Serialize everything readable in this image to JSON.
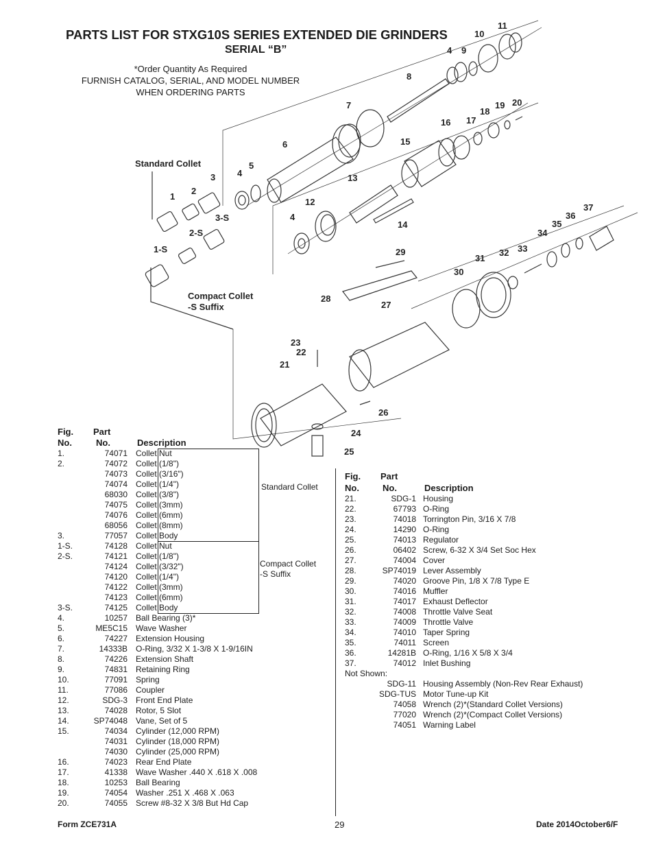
{
  "header": {
    "title": "PARTS LIST FOR STXG10S SERIES EXTENDED DIE GRINDERS",
    "subtitle": "SERIAL “B”",
    "notes": [
      "*Order Quantity As Required",
      "FURNISH CATALOG, SERIAL, AND MODEL NUMBER",
      "WHEN ORDERING PARTS"
    ]
  },
  "diagram": {
    "group_standard": "Standard Collet",
    "group_compact_1": "Compact Collet",
    "group_compact_2": "-S Suffix",
    "callouts": [
      "11",
      "10",
      "4",
      "9",
      "8",
      "7",
      "19",
      "20",
      "18",
      "17",
      "16",
      "15",
      "6",
      "5",
      "4",
      "3",
      "2",
      "1",
      "13",
      "12",
      "4",
      "3-S",
      "2-S",
      "1-S",
      "14",
      "37",
      "36",
      "35",
      "34",
      "33",
      "32",
      "31",
      "30",
      "29",
      "28",
      "27",
      "23",
      "22",
      "21",
      "26",
      "24",
      "25"
    ]
  },
  "table_headers": {
    "fig": "Fig.",
    "no": "No.",
    "part": "Part",
    "part_no": "No.",
    "description": "Description"
  },
  "left_rows": [
    {
      "fig": "1.",
      "num": "74071",
      "desc": "Collet Nut"
    },
    {
      "fig": "2.",
      "num": "74072",
      "desc": "Collet (1/8\")"
    },
    {
      "fig": "",
      "num": "74073",
      "desc": "Collet (3/16\")"
    },
    {
      "fig": "",
      "num": "74074",
      "desc": "Collet (1/4\")"
    },
    {
      "fig": "",
      "num": "68030",
      "desc": "Collet (3/8\")"
    },
    {
      "fig": "",
      "num": "74075",
      "desc": "Collet (3mm)"
    },
    {
      "fig": "",
      "num": "74076",
      "desc": "Collet (6mm)"
    },
    {
      "fig": "",
      "num": "68056",
      "desc": "Collet (8mm)"
    },
    {
      "fig": "3.",
      "num": "77057",
      "desc": "Collet Body"
    },
    {
      "fig": "1-S.",
      "num": "74128",
      "desc": "Collet Nut"
    },
    {
      "fig": "2-S.",
      "num": "74121",
      "desc": "Collet (1/8\")"
    },
    {
      "fig": "",
      "num": "74124",
      "desc": "Collet (3/32\")"
    },
    {
      "fig": "",
      "num": "74120",
      "desc": "Collet (1/4\")"
    },
    {
      "fig": "",
      "num": "74122",
      "desc": "Collet (3mm)"
    },
    {
      "fig": "",
      "num": "74123",
      "desc": "Collet (6mm)"
    },
    {
      "fig": "3-S.",
      "num": "74125",
      "desc": "Collet Body"
    },
    {
      "fig": "4.",
      "num": "10257",
      "desc": "Ball Bearing (3)*"
    },
    {
      "fig": "5.",
      "num": "ME5C15",
      "desc": "Wave Washer"
    },
    {
      "fig": "6.",
      "num": "74227",
      "desc": "Extension Housing"
    },
    {
      "fig": "7.",
      "num": "14333B",
      "desc": "O-Ring, 3/32 X 1-3/8 X 1-9/16IN"
    },
    {
      "fig": "8.",
      "num": "74226",
      "desc": "Extension Shaft"
    },
    {
      "fig": "9.",
      "num": "74831",
      "desc": "Retaining Ring"
    },
    {
      "fig": "10.",
      "num": "77091",
      "desc": "Spring"
    },
    {
      "fig": "11.",
      "num": "77086",
      "desc": "Coupler"
    },
    {
      "fig": "12.",
      "num": "SDG-3",
      "desc": "Front End Plate"
    },
    {
      "fig": "13.",
      "num": "74028",
      "desc": "Rotor, 5 Slot"
    },
    {
      "fig": "14.",
      "num": "SP74048",
      "desc": "Vane, Set of 5"
    },
    {
      "fig": "15.",
      "num": "74034",
      "desc": "Cylinder (12,000 RPM)"
    },
    {
      "fig": "",
      "num": "74031",
      "desc": "Cylinder (18,000 RPM)"
    },
    {
      "fig": "",
      "num": "74030",
      "desc": "Cylinder (25,000 RPM)"
    },
    {
      "fig": "16.",
      "num": "74023",
      "desc": "Rear End Plate"
    },
    {
      "fig": "17.",
      "num": "41338",
      "desc": "Wave Washer .440 X .618 X .008"
    },
    {
      "fig": "18.",
      "num": "10253",
      "desc": "Ball Bearing"
    },
    {
      "fig": "19.",
      "num": "74054",
      "desc": "Washer .251 X .468 X .063"
    },
    {
      "fig": "20.",
      "num": "74055",
      "desc": "Screw #8-32 X 3/8 But Hd Cap"
    }
  ],
  "bracket_labels": {
    "standard": "Standard Collet",
    "compact_1": "Compact Collet",
    "compact_2": "-S Suffix"
  },
  "right_rows": [
    {
      "fig": "21.",
      "num": "SDG-1",
      "desc": "Housing"
    },
    {
      "fig": "22.",
      "num": "67793",
      "desc": "O-Ring"
    },
    {
      "fig": "23.",
      "num": "74018",
      "desc": "Torrington Pin, 3/16 X 7/8"
    },
    {
      "fig": "24.",
      "num": "14290",
      "desc": "O-Ring"
    },
    {
      "fig": "25.",
      "num": "74013",
      "desc": "Regulator"
    },
    {
      "fig": "26.",
      "num": "06402",
      "desc": "Screw, 6-32 X 3/4 Set Soc Hex"
    },
    {
      "fig": "27.",
      "num": "74004",
      "desc": "Cover"
    },
    {
      "fig": "28.",
      "num": "SP74019",
      "desc": "Lever Assembly"
    },
    {
      "fig": "29.",
      "num": "74020",
      "desc": "Groove Pin, 1/8 X 7/8 Type E"
    },
    {
      "fig": "30.",
      "num": "74016",
      "desc": "Muffler"
    },
    {
      "fig": "31.",
      "num": "74017",
      "desc": "Exhaust Deflector"
    },
    {
      "fig": "32.",
      "num": "74008",
      "desc": "Throttle Valve Seat"
    },
    {
      "fig": "33.",
      "num": "74009",
      "desc": "Throttle Valve"
    },
    {
      "fig": "34.",
      "num": "74010",
      "desc": "Taper Spring"
    },
    {
      "fig": "35.",
      "num": "74011",
      "desc": "Screen"
    },
    {
      "fig": "36.",
      "num": "14281B",
      "desc": "O-Ring, 1/16 X 5/8 X 3/4"
    },
    {
      "fig": "37.",
      "num": "74012",
      "desc": "Inlet Bushing"
    },
    {
      "fig": "Not Shown:",
      "num": "",
      "desc": ""
    },
    {
      "fig": "",
      "num": "SDG-11",
      "desc": "Housing Assembly (Non-Rev Rear Exhaust)"
    },
    {
      "fig": "",
      "num": "SDG-TUS",
      "desc": "Motor Tune-up Kit"
    },
    {
      "fig": "",
      "num": "74058",
      "desc": "Wrench (2)*(Standard Collet Versions)"
    },
    {
      "fig": "",
      "num": "77020",
      "desc": "Wrench (2)*(Compact Collet Versions)"
    },
    {
      "fig": "",
      "num": "74051",
      "desc": "Warning Label"
    }
  ],
  "footer": {
    "form": "Form ZCE731A",
    "page": "29",
    "date": "Date 2014October6/F"
  }
}
